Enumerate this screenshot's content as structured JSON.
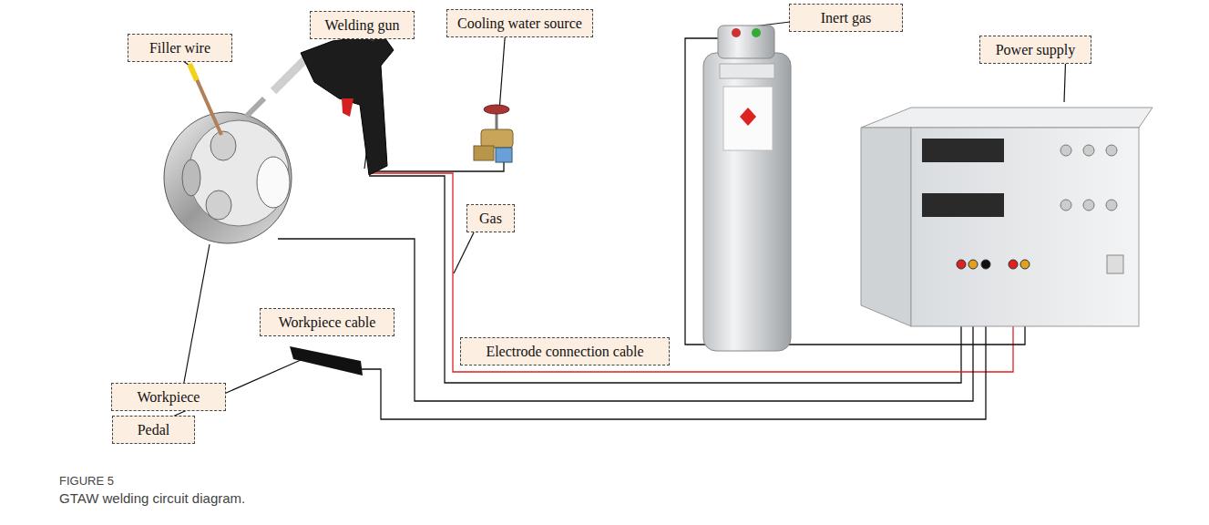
{
  "diagram": {
    "caption": "GTAW welding circuit diagram.",
    "nodes": [
      {
        "text": [
          "Filler wire"
        ]
      },
      {
        "text": [
          "Welding gun"
        ]
      },
      {
        "text": [
          "Cooling water source"
        ]
      },
      {
        "text": [
          "Inert gas"
        ]
      },
      {
        "text": [
          "Power supply"
        ]
      },
      {
        "text": [
          "Gas"
        ]
      },
      {
        "text": [
          "Workpiece cable"
        ]
      },
      {
        "text": [
          "Workpiece"
        ]
      },
      {
        "text": [
          "Electrode connection cable"
        ]
      },
      {
        "text": [
          "Pedal"
        ]
      }
    ],
    "edges": [],
    "labels": [
      "FIGURE 5"
    ]
  }
}
